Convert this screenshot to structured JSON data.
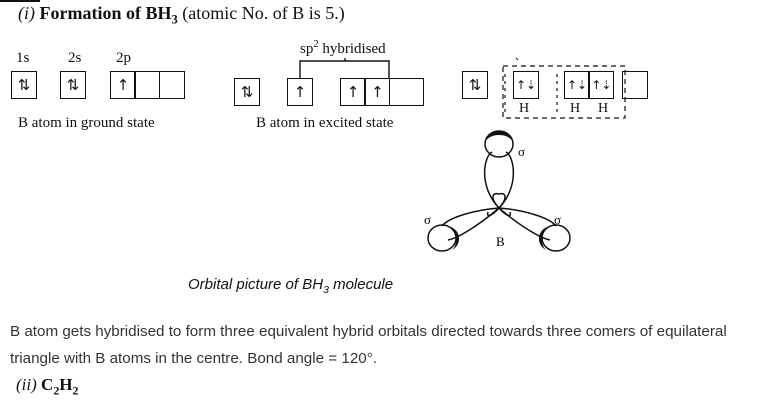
{
  "section_i": {
    "label": "(i)",
    "title_bold_pre": "Formation of BH",
    "title_sub": "3",
    "title_rest": " (atomic No. of B is 5.)"
  },
  "ground": {
    "labels": [
      "1s",
      "2s",
      "2p"
    ],
    "box_1s": "⇅",
    "box_2s": "⇅",
    "box_2p": [
      "↑",
      "",
      ""
    ],
    "caption": "B atom in ground state"
  },
  "excited": {
    "hyb_pre": "sp",
    "hyb_sup": "2",
    "hyb_post": " hybridised",
    "box_1s": "⇅",
    "box_2s": "↑",
    "box_2p": [
      "↑",
      "↑",
      ""
    ],
    "caption": "B atom in excited state"
  },
  "bonded": {
    "box_1s": "⇅",
    "box_2s": "↑⇣",
    "box_2p": [
      "↑⇣",
      "↑⇣",
      ""
    ],
    "h_labels": [
      "H",
      "H",
      "H"
    ]
  },
  "orbital_figure": {
    "sigma": [
      "σ",
      "σ",
      "σ"
    ],
    "center": "B",
    "caption_pre": "Orbital picture of BH",
    "caption_sub": "3",
    "caption_post": " molecule"
  },
  "explanation": "B atom gets hybridised to form three equivalent hybrid orbitals directed towards three comers of equilateral triangle with B atoms in the centre. Bond angle = 120°.",
  "section_ii": {
    "label": "(ii)",
    "formula_c": "C",
    "formula_c_sub": "2",
    "formula_h": "H",
    "formula_h_sub": "2"
  }
}
